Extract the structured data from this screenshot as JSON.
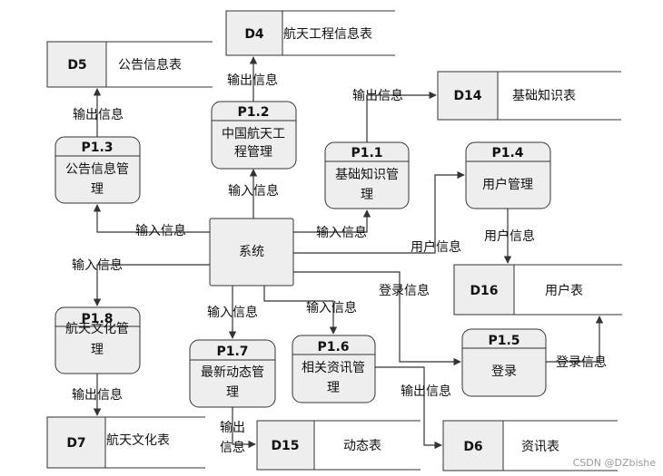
{
  "system": {
    "label": "系统"
  },
  "processes": {
    "p1_1": {
      "id": "P1.1",
      "lines": [
        "基础知识管",
        "理"
      ]
    },
    "p1_2": {
      "id": "P1.2",
      "lines": [
        "中国航天工",
        "程管理"
      ]
    },
    "p1_3": {
      "id": "P1.3",
      "lines": [
        "公告信息管",
        "理"
      ]
    },
    "p1_4": {
      "id": "P1.4",
      "lines": [
        "用户管理"
      ]
    },
    "p1_5": {
      "id": "P1.5",
      "lines": [
        "登录"
      ]
    },
    "p1_6": {
      "id": "P1.6",
      "lines": [
        "相关资讯管",
        "理"
      ]
    },
    "p1_7": {
      "id": "P1.7",
      "lines": [
        "最新动态管",
        "理"
      ]
    },
    "p1_8": {
      "id": "P1.8",
      "lines": [
        "航天文化管",
        "理"
      ]
    }
  },
  "stores": {
    "d4": {
      "id": "D4",
      "name": "航天工程信息表"
    },
    "d5": {
      "id": "D5",
      "name": "公告信息表"
    },
    "d14": {
      "id": "D14",
      "name": "基础知识表"
    },
    "d16": {
      "id": "D16",
      "name": "用户表"
    },
    "d7": {
      "id": "D7",
      "name": "航天文化表"
    },
    "d15": {
      "id": "D15",
      "name": "动态表"
    },
    "d6": {
      "id": "D6",
      "name": "资讯表"
    }
  },
  "flow_labels": {
    "p12_output": "输出信息",
    "p12_input": "输入信息",
    "p13_output": "输出信息",
    "p13_input": "输入信息",
    "p11_output": "输出信息",
    "p11_input": "输入信息",
    "p14_input": "用户信息",
    "p14_output": "用户信息",
    "p18_input": "输入信息",
    "p18_output": "输出信息",
    "p17_input": "输入信息",
    "p17_output_line1": "输出",
    "p17_output_line2": "信息",
    "p16_input": "输入信息",
    "p16_output": "输出信息",
    "p15_input": "登录信息",
    "p15_output": "登录信息"
  },
  "watermark": "CSDN @DZbishe"
}
